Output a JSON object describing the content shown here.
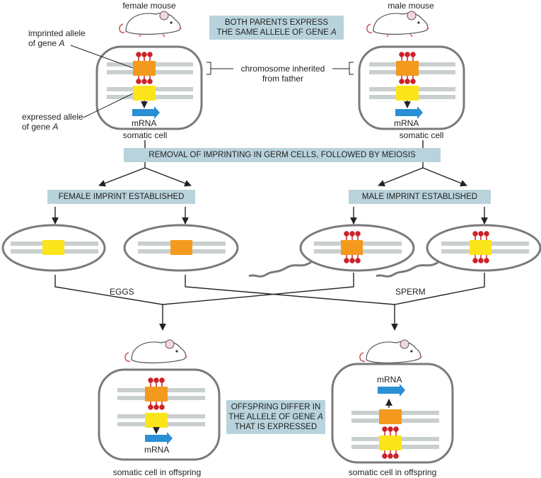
{
  "labels": {
    "female_mouse": "female mouse",
    "male_mouse": "male mouse",
    "imprinted_allele_line1": "imprinted allele",
    "imprinted_allele_line2": "of gene ",
    "gene_letter": "A",
    "expressed_allele_line1": "expressed allele",
    "expressed_allele_line2": "of gene ",
    "chromosome_line1": "chromosome inherited",
    "chromosome_line2": "from father",
    "mrna": "mRNA",
    "somatic_cell": "somatic cell",
    "eggs": "EGGS",
    "sperm": "SPERM",
    "somatic_cell_offspring": "somatic cell in offspring"
  },
  "banners": {
    "both_parents_line1": "BOTH PARENTS EXPRESS",
    "both_parents_line2": "THE SAME ALLELE OF GENE ",
    "removal": "REMOVAL OF IMPRINTING IN GERM CELLS, FOLLOWED BY MEIOSIS",
    "female_imprint": "FEMALE IMPRINT ESTABLISHED",
    "male_imprint": "MALE IMPRINT ESTABLISHED",
    "offspring_line1": "OFFSPRING DIFFER IN",
    "offspring_line2": "THE ALLELE OF GENE ",
    "offspring_line3": "THAT IS EXPRESSED"
  },
  "colors": {
    "banner_bg": "#b9d3dc",
    "chromosome": "#c9cfcd",
    "imprinted_allele": "#f39a1e",
    "expressed_allele": "#fbe51a",
    "methyl_mark": "#cc2229",
    "mrna_arrow": "#2a8fd4",
    "cell_outline": "#7a7a7a"
  }
}
